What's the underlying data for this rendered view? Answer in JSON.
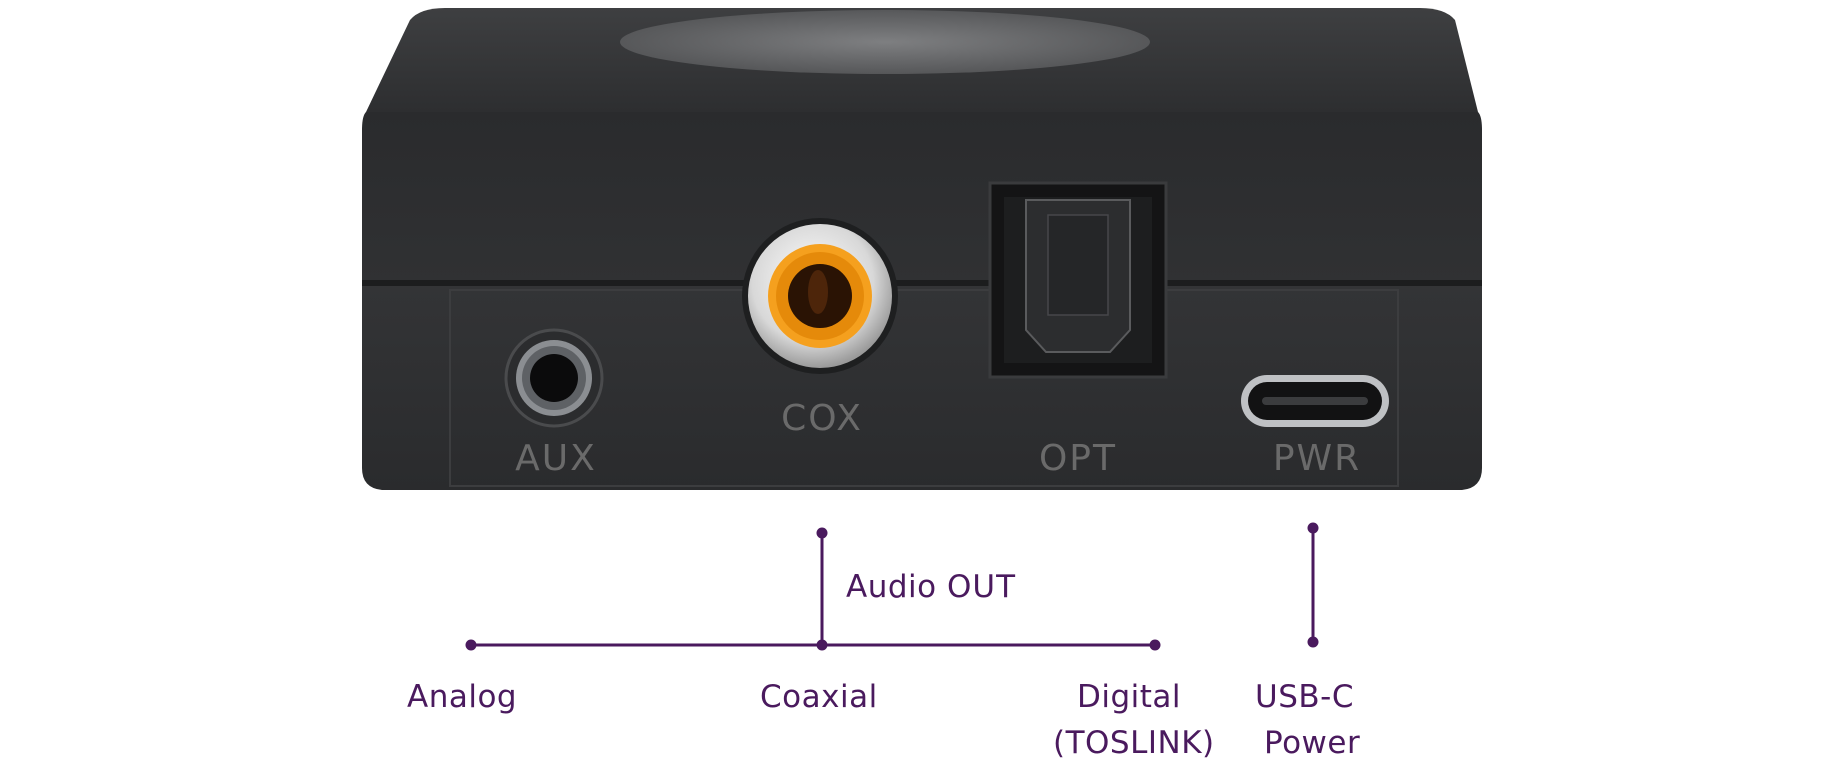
{
  "device": {
    "port_markings": {
      "aux": "AUX",
      "cox": "COX",
      "opt": "OPT",
      "pwr": "PWR"
    }
  },
  "callouts": {
    "audio_out_prefix": "Audio",
    "audio_out_suffix": "OUT",
    "analog": "Analog",
    "coaxial": "Coaxial",
    "digital_line1": "Digital",
    "digital_line2": "(TOSLINK)",
    "usbc_line1": "USB-C",
    "usbc_line2": "Power"
  },
  "colors": {
    "callout": "#4a1a5e",
    "coax_ring": "#f5a01e"
  }
}
